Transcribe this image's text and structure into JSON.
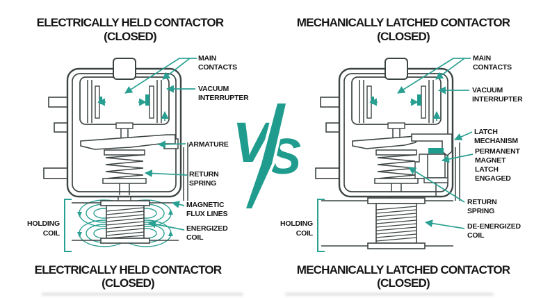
{
  "colors": {
    "accent_teal": "#1f9c8d",
    "flux_teal": "#2aa092",
    "diagram_line": "#3c4443",
    "text": "#161616",
    "background": "#ffffff"
  },
  "vs": {
    "v": "V",
    "s": "S"
  },
  "left": {
    "title_line1": "ELECTRICALLY HELD CONTACTOR",
    "title_line2": "(CLOSED)",
    "labels": {
      "main_contacts": [
        "MAIN",
        "CONTACTS"
      ],
      "vacuum_interrupter": [
        "VACUUM",
        "INTERRUPTER"
      ],
      "armature": [
        "ARMATURE"
      ],
      "return_spring": [
        "RETURN",
        "SPRING"
      ],
      "magnetic_flux_lines": [
        "MAGNETIC",
        "FLUX LINES"
      ],
      "energized_coil": [
        "ENERGIZED",
        "COIL"
      ],
      "holding_coil": [
        "HOLDING",
        "COIL"
      ]
    }
  },
  "right": {
    "title_line1": "MECHANICALLY LATCHED CONTACTOR",
    "title_line2": "(CLOSED)",
    "labels": {
      "main_contacts": [
        "MAIN",
        "CONTACTS"
      ],
      "vacuum_interrupter": [
        "VACUUM",
        "INTERRUPTER"
      ],
      "latch_mechanism": [
        "LATCH",
        "MECHANISM"
      ],
      "permanent_magnet": [
        "PERMANENT",
        "MAGNET",
        "LATCH",
        "ENGAGED"
      ],
      "return_spring": [
        "RETURN",
        "SPRING"
      ],
      "de_energized_coil": [
        "DE-ENERGIZED",
        "COIL"
      ],
      "holding_coil": [
        "HOLDING",
        "COIL"
      ]
    }
  }
}
